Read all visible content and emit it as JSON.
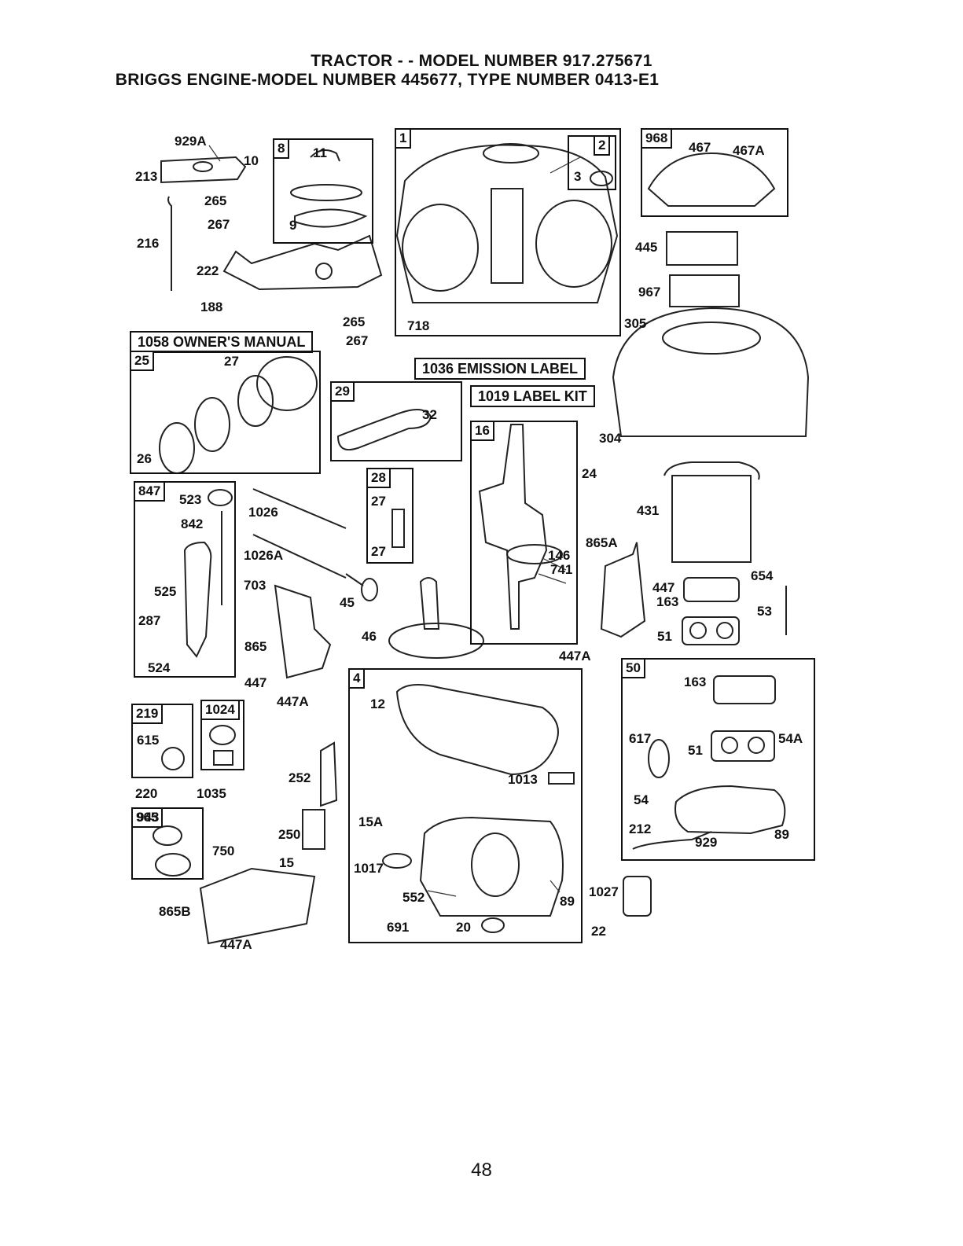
{
  "header": {
    "line1": "TRACTOR - - MODEL NUMBER 917.275671",
    "line2": "BRIGGS ENGINE-MODEL NUMBER 445677, TYPE NUMBER 0413-E1"
  },
  "banners": {
    "manual": "1058 OWNER'S MANUAL",
    "emission": "1036 EMISSION LABEL",
    "labelkit": "1019 LABEL KIT"
  },
  "kits": {
    "k8": "8",
    "k1": "1",
    "k2": "2",
    "k968": "968",
    "k25": "25",
    "k29": "29",
    "k16": "16",
    "k28": "28",
    "k847": "847",
    "k4": "4",
    "k50": "50",
    "k219": "219",
    "k1024": "1024",
    "k965": "965"
  },
  "parts": {
    "p929A_a": "929A",
    "p10": "10",
    "p213": "213",
    "p11": "11",
    "p265a": "265",
    "p267a": "267",
    "p9": "9",
    "p216": "216",
    "p222": "222",
    "p188": "188",
    "p265b": "265",
    "p267b": "267",
    "p3": "3",
    "p718": "718",
    "p467": "467",
    "p467A": "467A",
    "p445": "445",
    "p967": "967",
    "p305": "305",
    "p27a": "27",
    "p26": "26",
    "p32": "32",
    "p304": "304",
    "p523": "523",
    "p842": "842",
    "p1026": "1026",
    "p1026A": "1026A",
    "p27b": "27",
    "p27c": "27",
    "p24": "24",
    "p431": "431",
    "p703": "703",
    "p525": "525",
    "p287": "287",
    "p524": "524",
    "p45": "45",
    "p46": "46",
    "p146": "146",
    "p741": "741",
    "p865A": "865A",
    "p447a": "447",
    "p163a": "163",
    "p654": "654",
    "p53": "53",
    "p51a": "51",
    "p865": "865",
    "p447b": "447",
    "p447A_a": "447A",
    "p447A_b": "447A",
    "p12": "12",
    "p163b": "163",
    "p615": "615",
    "p617": "617",
    "p51b": "51",
    "p54A": "54A",
    "p220": "220",
    "p1035": "1035",
    "p252": "252",
    "p1013": "1013",
    "p54": "54",
    "p943": "943",
    "p250": "250",
    "p15A": "15A",
    "p212": "212",
    "p929": "929",
    "p89a": "89",
    "p750": "750",
    "p15": "15",
    "p1017": "1017",
    "p1027": "1027",
    "p865B": "865B",
    "p552": "552",
    "p89b": "89",
    "p691": "691",
    "p20": "20",
    "p22": "22",
    "p447A_c": "447A"
  },
  "footer": {
    "page": "48"
  }
}
